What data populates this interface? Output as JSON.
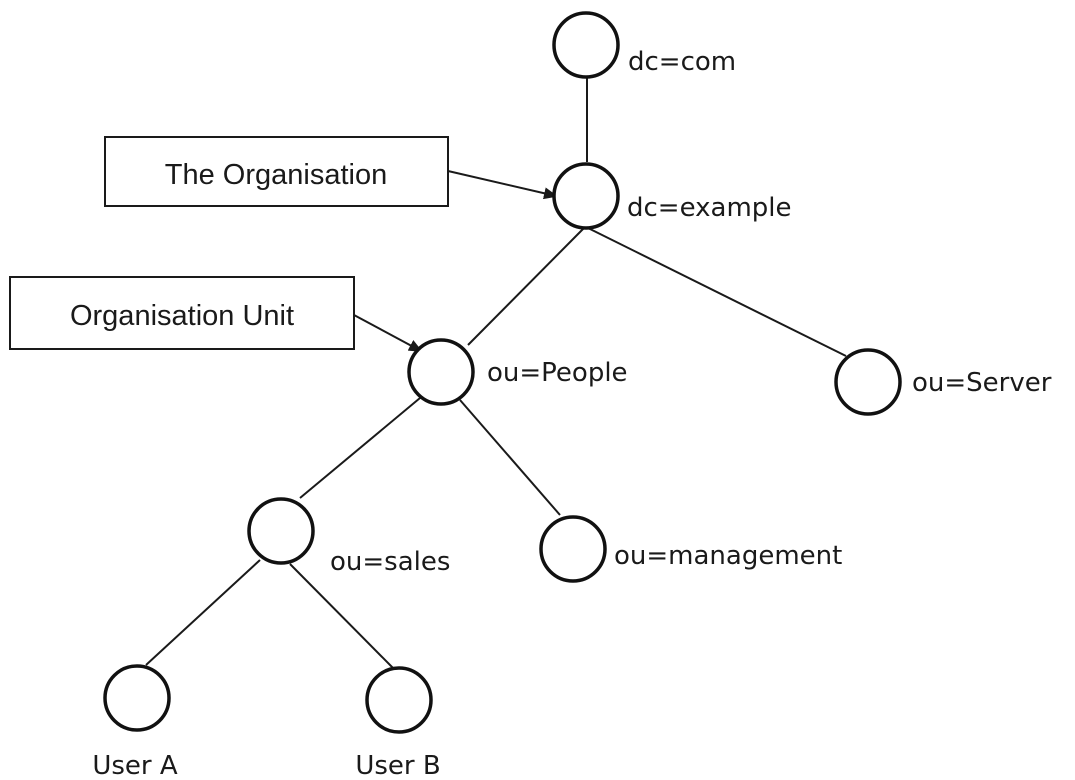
{
  "diagram": {
    "nodes": {
      "dc_com": "dc=com",
      "dc_example": "dc=example",
      "ou_people": "ou=People",
      "ou_server": "ou=Server",
      "ou_sales": "ou=sales",
      "ou_management": "ou=management",
      "user_a": "User A",
      "user_b": "User B"
    },
    "callouts": {
      "organisation": "The Organisation",
      "organisation_unit": "Organisation Unit"
    }
  }
}
